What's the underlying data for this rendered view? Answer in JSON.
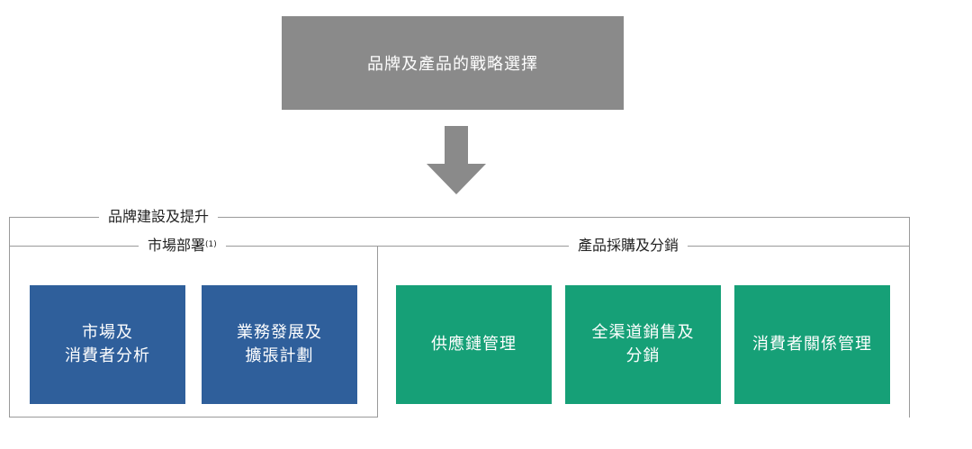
{
  "top": {
    "title": "品牌及產品的戰略選擇"
  },
  "sections": {
    "outer_title": "品牌建設及提升",
    "left_title": "市場部署",
    "left_note": "(1)",
    "right_title": "產品採購及分銷"
  },
  "boxes": {
    "market_analysis": [
      "市場及",
      "消費者分析"
    ],
    "business_expansion": [
      "業務發展及",
      "擴張計劃"
    ],
    "supply_chain": [
      "供應鏈管理"
    ],
    "omnichannel": [
      "全渠道銷售及",
      "分銷"
    ],
    "crm": [
      "消費者關係管理"
    ]
  },
  "colors": {
    "top": "#8a8a8a",
    "blue": "#2f5f9b",
    "green": "#16a077",
    "arrow": "#8a8a8a"
  }
}
